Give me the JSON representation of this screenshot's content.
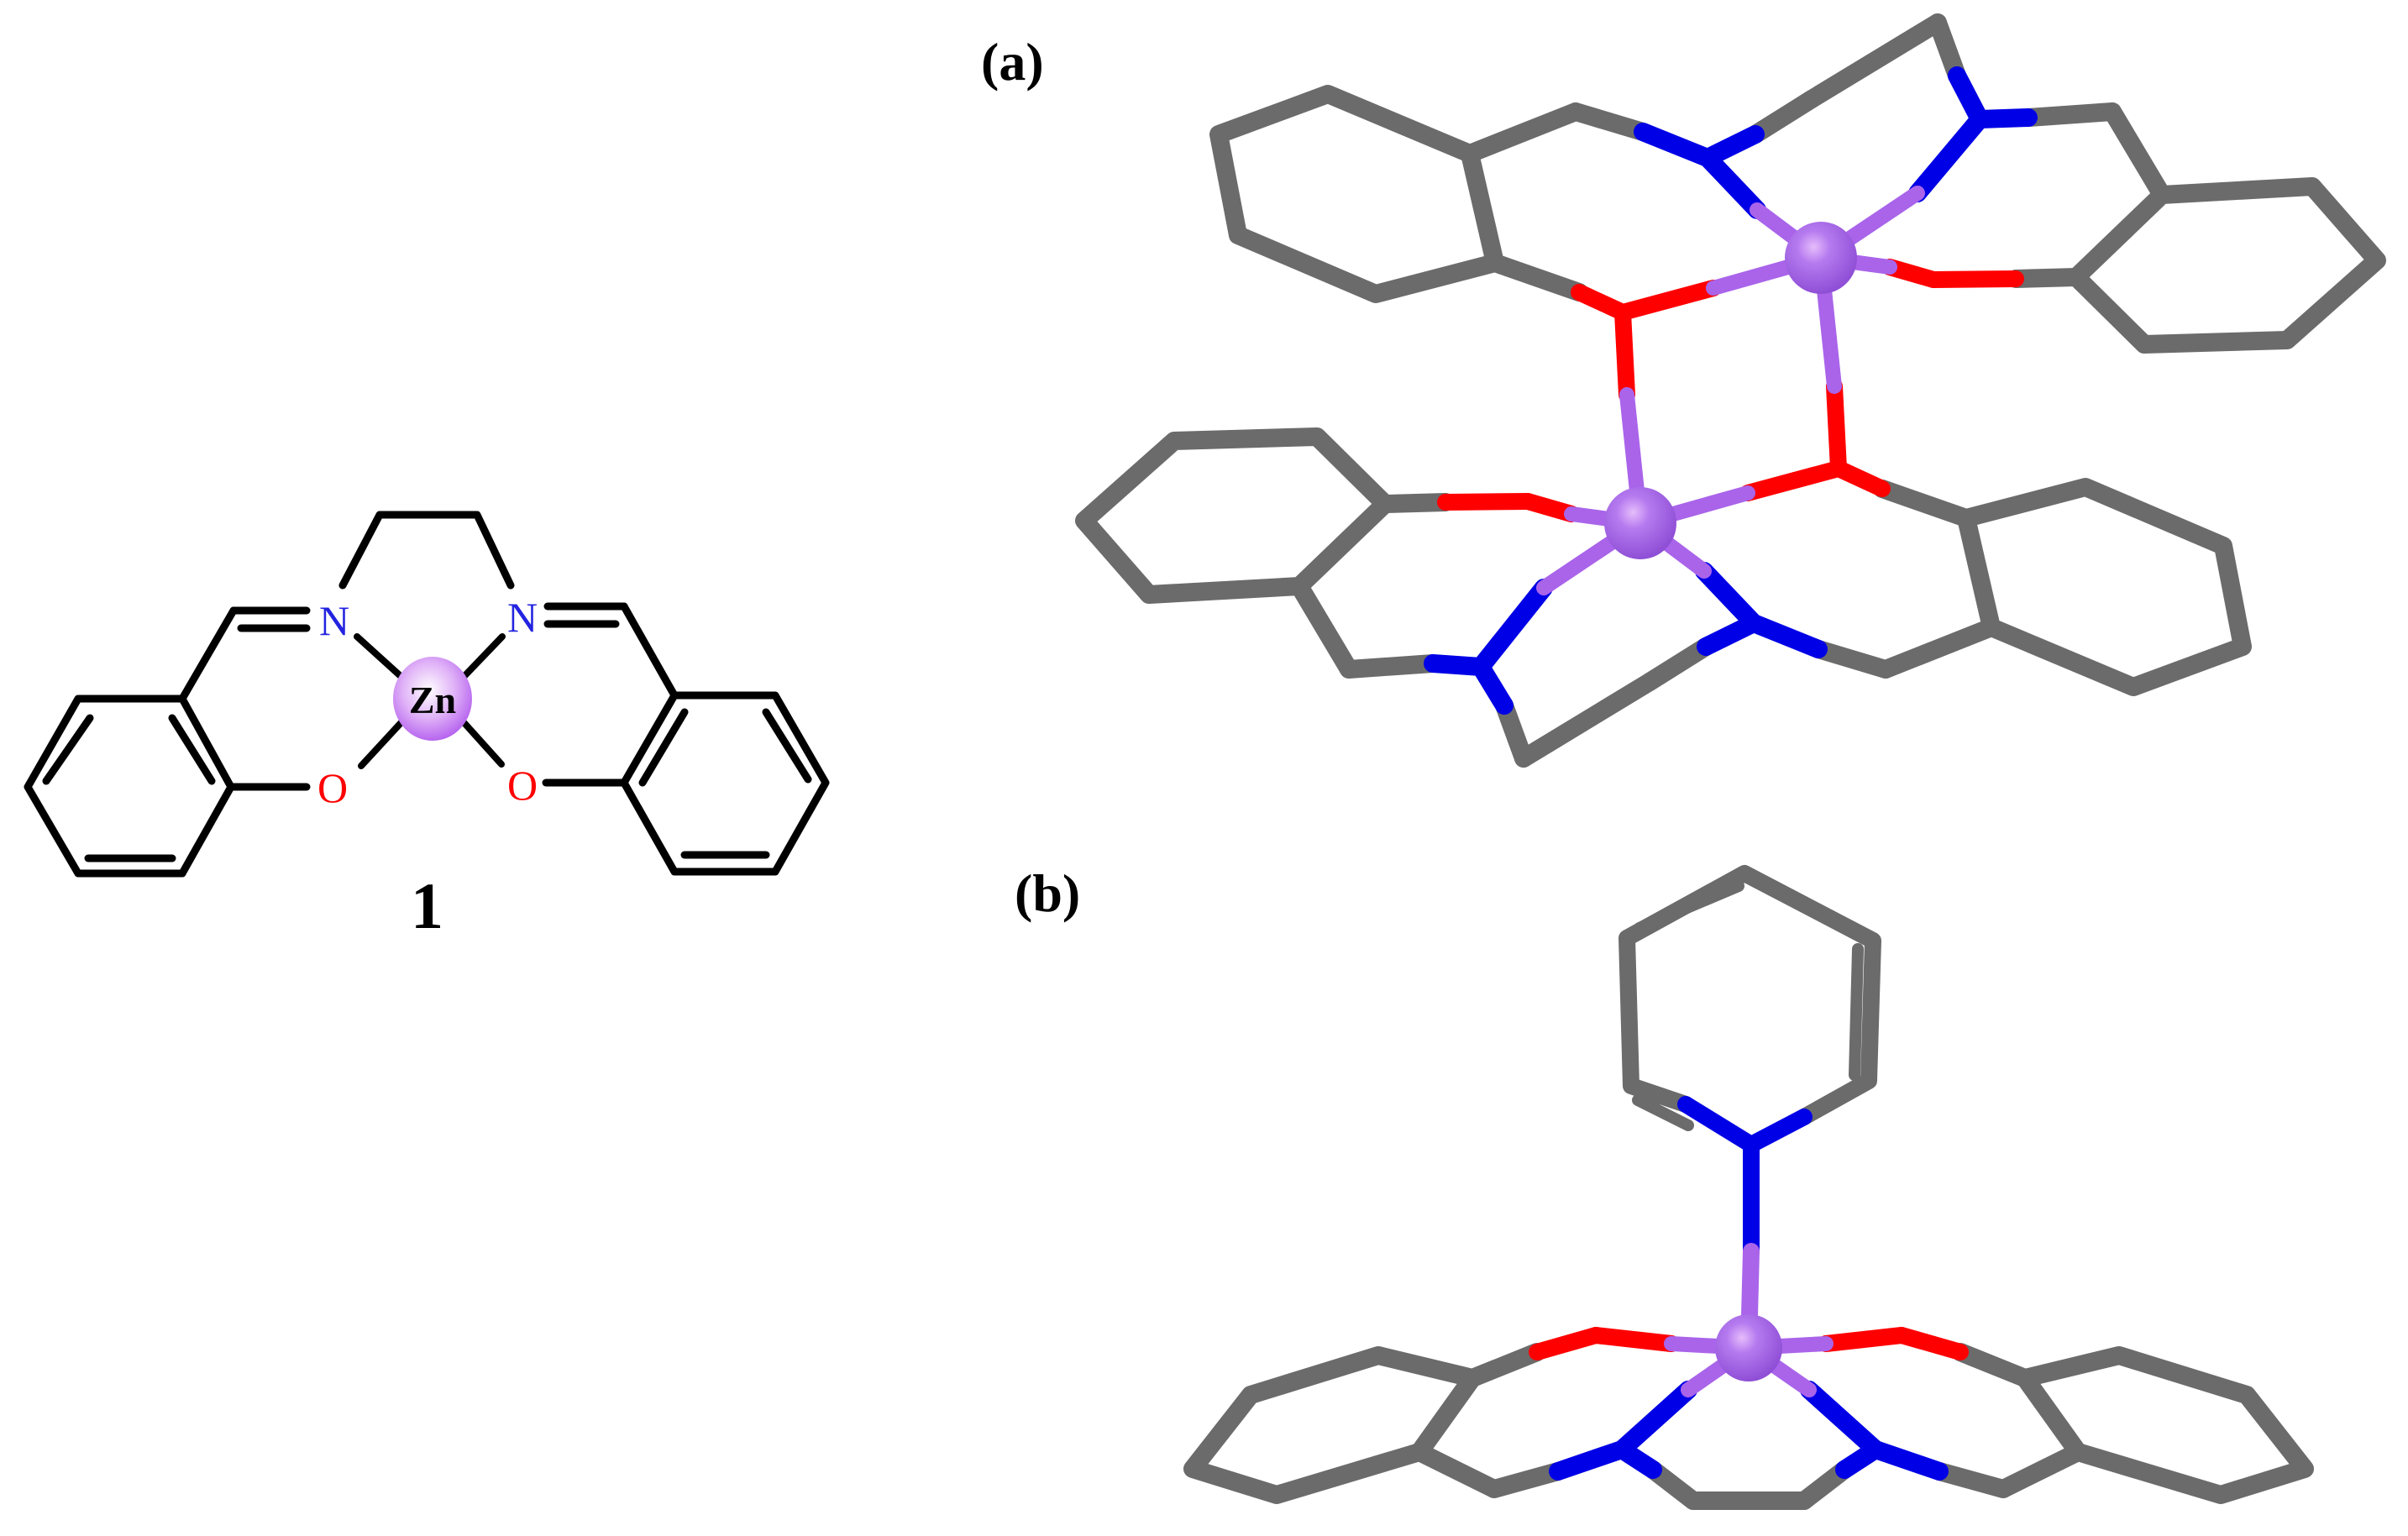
{
  "figure": {
    "compound": {
      "number_label": "1",
      "metal_label": "Zn",
      "atom_labels": {
        "n_left": "N",
        "n_right": "N",
        "o_left": "O",
        "o_right": "O"
      }
    },
    "panels": [
      {
        "id": "a",
        "label": "(a)",
        "view": "dimeric crystal structure"
      },
      {
        "id": "b",
        "label": "(b)",
        "view": "pyridine-coordinated crystal structure"
      }
    ],
    "colors": {
      "carbon": "#6b6b6b",
      "nitrogen": "#0000e6",
      "oxygen": "#ff0000",
      "zinc": "#a45ee5",
      "zinc_light": "#d7a8f7",
      "bond_2d": "#000000",
      "n_label": "#2323e0",
      "o_label": "#ff0000"
    }
  }
}
